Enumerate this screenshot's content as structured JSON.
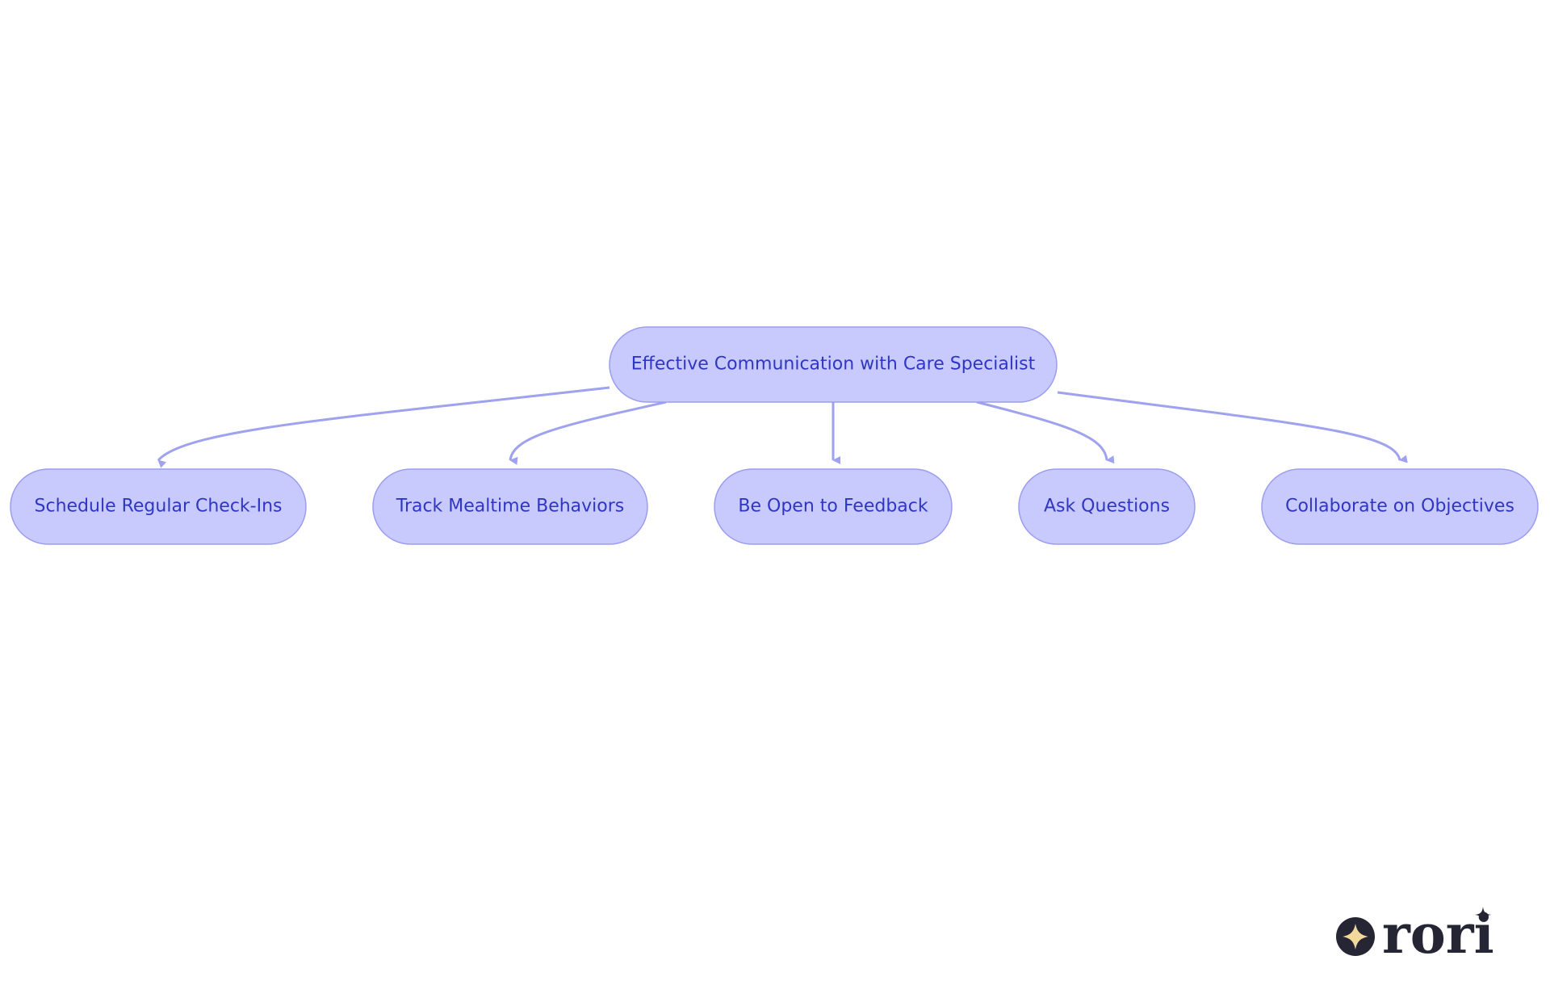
{
  "colors": {
    "node_fill": "#c8c9fd",
    "node_stroke": "#9a9df0",
    "node_text": "#2f37c2",
    "edge": "#9fa2ee",
    "logo_dark": "#262534",
    "logo_star": "#f2d89a"
  },
  "root": {
    "label": "Effective Communication with Care Specialist"
  },
  "children": [
    {
      "label": "Schedule Regular Check-Ins"
    },
    {
      "label": "Track Mealtime Behaviors"
    },
    {
      "label": "Be Open to Feedback"
    },
    {
      "label": "Ask Questions"
    },
    {
      "label": "Collaborate on Objectives"
    }
  ],
  "logo": {
    "text": "rori",
    "icon": "sparkle-icon"
  }
}
